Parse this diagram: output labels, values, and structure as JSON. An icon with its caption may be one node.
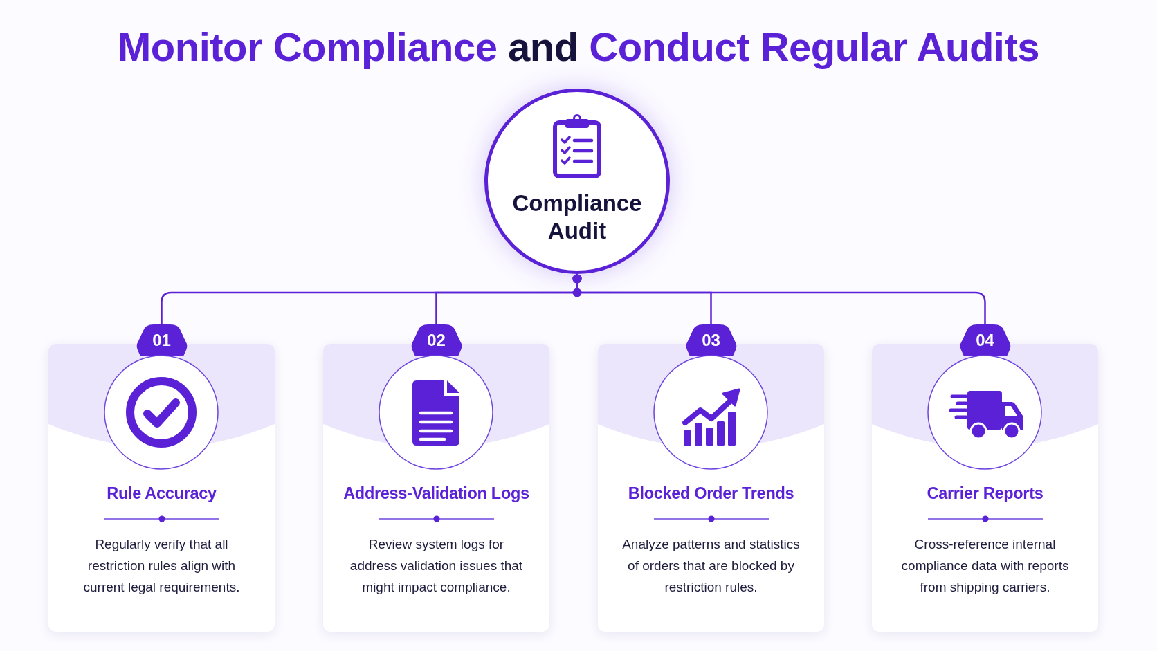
{
  "diagram": {
    "title": "Monitor Compliance and Conduct Regular Audits",
    "nodes": [
      {
        "text": [
          "Compliance Audit"
        ]
      },
      {
        "text": [
          "01"
        ]
      },
      {
        "text": [
          "Rule Accuracy",
          "Regularly verify that all restriction rules align with current legal requirements."
        ]
      },
      {
        "text": [
          "02"
        ]
      },
      {
        "text": [
          "Address-Validation Logs",
          "Review system logs for address validation issues that might impact compliance."
        ]
      },
      {
        "text": [
          "03"
        ]
      },
      {
        "text": [
          "Blocked Order Trends",
          "Analyze patterns and statistics of orders that are blocked by restriction rules."
        ]
      },
      {
        "text": [
          "04"
        ]
      },
      {
        "text": [
          "Carrier Reports",
          "Cross-reference internal compliance data with reports from shipping carriers."
        ]
      }
    ],
    "edges": [
      {
        "from": 0,
        "to": 1,
        "arrow": "other"
      },
      {
        "from": 0,
        "to": 3,
        "arrow": "other"
      },
      {
        "from": 0,
        "to": 5,
        "arrow": "other"
      },
      {
        "from": 0,
        "to": 7,
        "arrow": "other"
      }
    ]
  }
}
